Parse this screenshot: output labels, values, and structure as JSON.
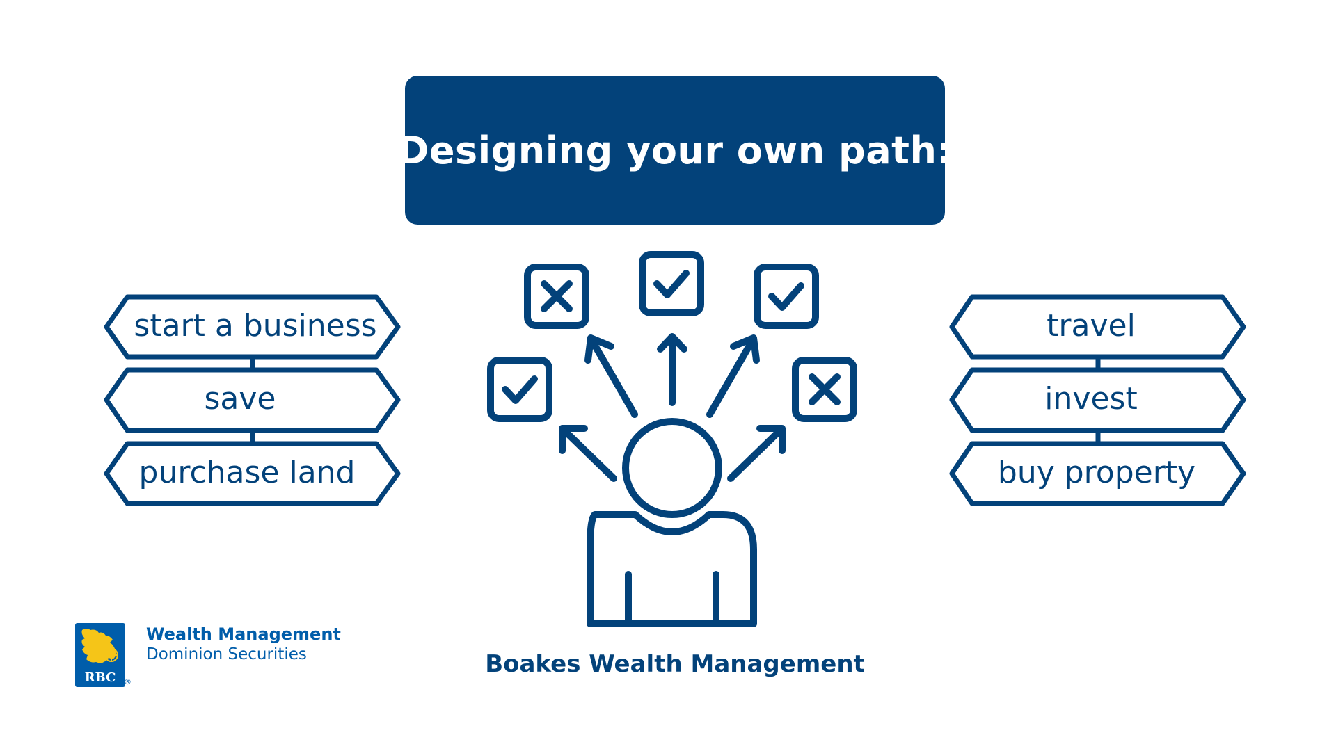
{
  "colors": {
    "primary": "#03427A",
    "accent_gold": "#F5C518",
    "rbc_blue": "#005DAA",
    "background": "#FFFFFF"
  },
  "title": "Designing your own path:",
  "left_signs": [
    "start a business",
    "save",
    "purchase land"
  ],
  "right_signs": [
    "travel",
    "invest",
    "buy property"
  ],
  "icons": {
    "person": "person-icon",
    "choices": [
      "checkbox-checked-icon",
      "checkbox-crossed-icon",
      "checkbox-checked-icon",
      "checkbox-checked-icon",
      "checkbox-crossed-icon"
    ]
  },
  "footer": "Boakes Wealth Management",
  "logo": {
    "brand": "RBC",
    "registered": "®",
    "line1": "Wealth Management",
    "line2": "Dominion Securities"
  }
}
